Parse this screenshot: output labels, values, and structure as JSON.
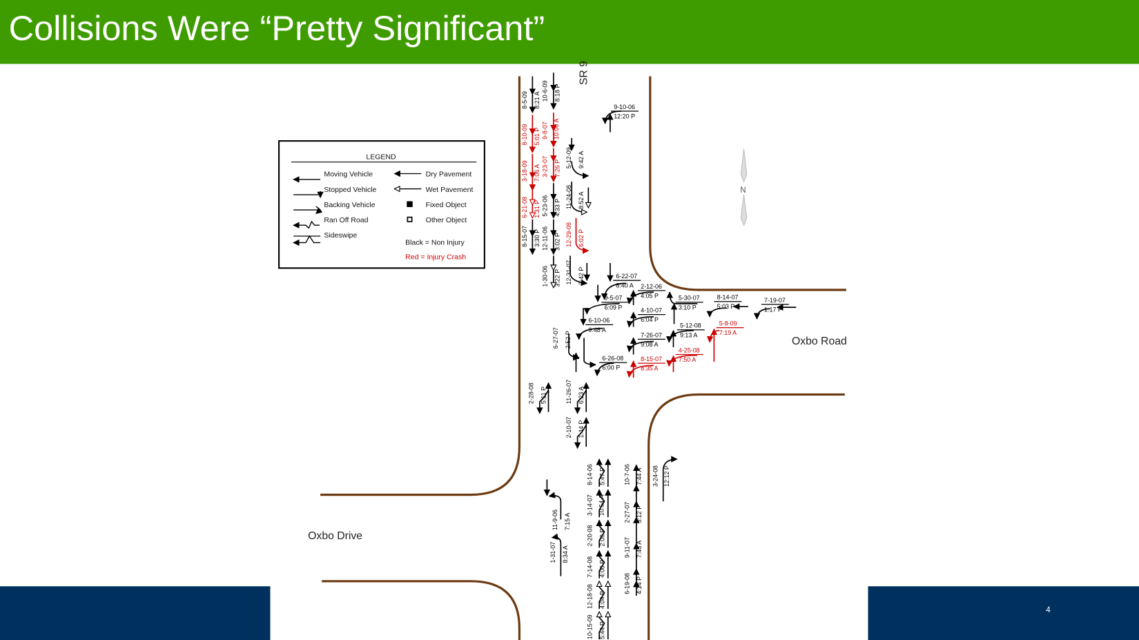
{
  "slide": {
    "title": "Collisions Were “Pretty Significant”",
    "page_number": "4"
  },
  "colors": {
    "header": "#3f9c00",
    "footer": "#00305e",
    "road": "#6b3a12",
    "injury": "#cc0000",
    "non_injury": "#000000"
  },
  "roads": {
    "sr9": "SR 9",
    "oxbo_road": "Oxbo Road",
    "oxbo_drive": "Oxbo Drive",
    "north": "N"
  },
  "legend": {
    "title": "LEGEND",
    "items": [
      "Moving Vehicle",
      "Stopped Vehicle",
      "Backing Vehicle",
      "Ran Off Road",
      "Sideswipe",
      "Dry Pavement",
      "Wet Pavement",
      "Fixed Object",
      "Other Object"
    ],
    "black_note": "Black = Non Injury",
    "red_note": "Red = Injury Crash"
  },
  "crashes": [
    {
      "date": "8-5-09",
      "time": "8:21 A",
      "injury": false
    },
    {
      "date": "8-10-09",
      "time": "5:01 P",
      "injury": true
    },
    {
      "date": "3-18-09",
      "time": "7:06 A",
      "injury": true
    },
    {
      "date": "6-21-08",
      "time": "1:31 P",
      "injury": true
    },
    {
      "date": "8-15-07",
      "time": "3:30 P",
      "injury": false
    },
    {
      "date": "10-6-09",
      "time": "8:18 P",
      "injury": false
    },
    {
      "date": "9-8-07",
      "time": "10:00 A",
      "injury": true
    },
    {
      "date": "3-23-07",
      "time": "7:26 P",
      "injury": true
    },
    {
      "date": "5-23-06",
      "time": "4:33 P",
      "injury": false
    },
    {
      "date": "12-11-06",
      "time": "3:02 P",
      "injury": false
    },
    {
      "date": "1-30-06",
      "time": "3:22 P",
      "injury": false
    },
    {
      "date": "5-12-09",
      "time": "9:42 A",
      "injury": false
    },
    {
      "date": "11-24-08",
      "time": "8:52 A",
      "injury": false
    },
    {
      "date": "12-29-08",
      "time": "6:02 P",
      "injury": true
    },
    {
      "date": "12-31-07",
      "time": "3:42 P",
      "injury": false
    },
    {
      "date": "9-10-06",
      "time": "12:20 P",
      "injury": false
    },
    {
      "date": "6-22-07",
      "time": "8:40 A",
      "injury": false
    },
    {
      "date": "2-12-06",
      "time": "4:05 P",
      "injury": false
    },
    {
      "date": "9-5-07",
      "time": "6:09 P",
      "injury": false
    },
    {
      "date": "4-10-07",
      "time": "6:04 P",
      "injury": false
    },
    {
      "date": "6-10-06",
      "time": "9:48 A",
      "injury": false
    },
    {
      "date": "7-26-07",
      "time": "9:08 A",
      "injury": false
    },
    {
      "date": "5-30-07",
      "time": "3:10 P",
      "injury": false
    },
    {
      "date": "5-12-08",
      "time": "9:13 A",
      "injury": false
    },
    {
      "date": "8-14-07",
      "time": "5:03 P",
      "injury": false
    },
    {
      "date": "7-19-07",
      "time": "1:17 P",
      "injury": false
    },
    {
      "date": "5-8-09",
      "time": "7:19 A",
      "injury": true
    },
    {
      "date": "4-25-08",
      "time": "7:50 A",
      "injury": true
    },
    {
      "date": "8-15-07",
      "time": "8:35 A",
      "injury": true
    },
    {
      "date": "6-26-08",
      "time": "6:00 P",
      "injury": false
    },
    {
      "date": "6-27-07",
      "time": "2:52 P",
      "injury": false
    },
    {
      "date": "2-28-08",
      "time": "5:11 P",
      "injury": false
    },
    {
      "date": "11-26-07",
      "time": "6:23 A",
      "injury": false
    },
    {
      "date": "2-10-07",
      "time": "1:44 P",
      "injury": false
    },
    {
      "date": "11-9-06",
      "time": "7:15 A",
      "injury": false
    },
    {
      "date": "1-31-07",
      "time": "8:34 A",
      "injury": false
    },
    {
      "date": "8-14-06",
      "time": "5:47 P",
      "injury": false
    },
    {
      "date": "3-14-07",
      "time": "10:54 A",
      "injury": false
    },
    {
      "date": "2-20-08",
      "time": "2:08 P",
      "injury": false
    },
    {
      "date": "7-14-08",
      "time": "4:00 P",
      "injury": false
    },
    {
      "date": "12-18-08",
      "time": "4:04 P",
      "injury": false
    },
    {
      "date": "10-15-09",
      "time": "5:44 P",
      "injury": false
    },
    {
      "date": "10-7-06",
      "time": "7:44 A",
      "injury": false
    },
    {
      "date": "2-27-07",
      "time": "5:12 P",
      "injury": false
    },
    {
      "date": "9-11-07",
      "time": "7:43 A",
      "injury": false
    },
    {
      "date": "6-19-08",
      "time": "4:14 P",
      "injury": false
    },
    {
      "date": "3-24-08",
      "time": "12:12 P",
      "injury": false
    }
  ]
}
